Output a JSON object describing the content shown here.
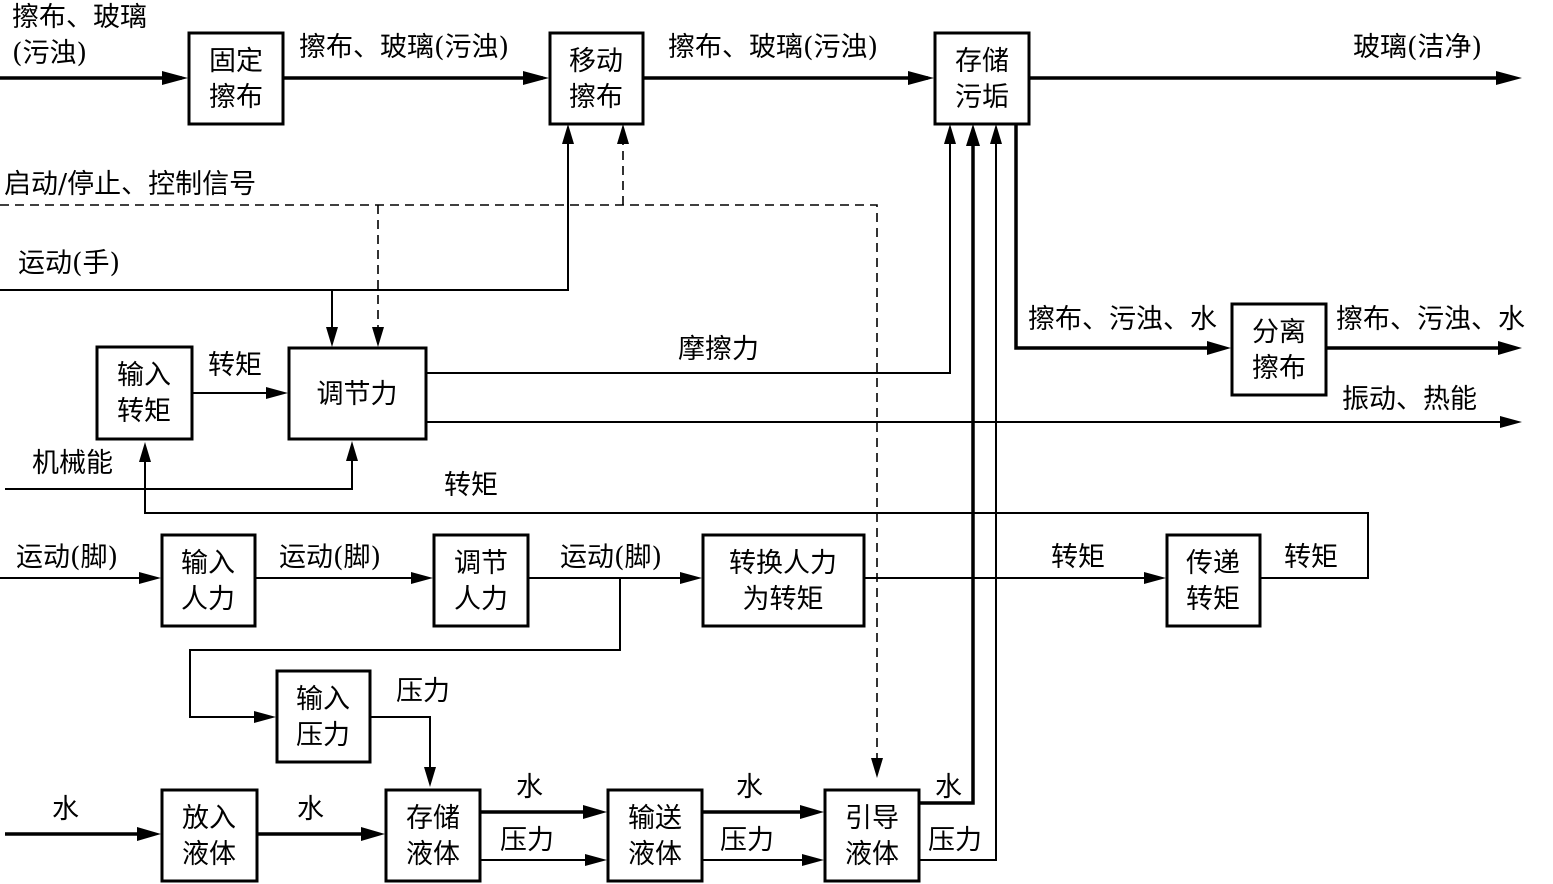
{
  "blocks": {
    "fix_cloth": [
      "固定",
      "擦布"
    ],
    "move_cloth": [
      "移动",
      "擦布"
    ],
    "store_dirt": [
      "存储",
      "污垢"
    ],
    "separate_cloth": [
      "分离",
      "擦布"
    ],
    "input_torque": [
      "输入",
      "转矩"
    ],
    "adjust_force": [
      "调节力"
    ],
    "input_human": [
      "输入",
      "人力"
    ],
    "adjust_human": [
      "调节",
      "人力"
    ],
    "convert_torque": [
      "转换人力",
      "为转矩"
    ],
    "transmit_torque": [
      "传递",
      "转矩"
    ],
    "input_pressure": [
      "输入",
      "压力"
    ],
    "put_liquid": [
      "放入",
      "液体"
    ],
    "store_liquid": [
      "存储",
      "液体"
    ],
    "convey_liquid": [
      "输送",
      "液体"
    ],
    "guide_liquid": [
      "引导",
      "液体"
    ]
  },
  "flows": {
    "in_cloth_glass_l1": "擦布、玻璃",
    "in_cloth_glass_l2": "(污浊)",
    "cloth_glass_dirty_1": "擦布、玻璃(污浊)",
    "cloth_glass_dirty_2": "擦布、玻璃(污浊)",
    "glass_clean": "玻璃(洁净)",
    "control_signal": "启动/停止、控制信号",
    "motion_hand": "运动(手)",
    "torque_1": "转矩",
    "friction": "摩擦力",
    "cloth_dirt_water_in": "擦布、污浊、水",
    "cloth_dirt_water_out": "擦布、污浊、水",
    "vibration_heat": "振动、热能",
    "mech_energy": "机械能",
    "torque_return": "转矩",
    "motion_foot_1": "运动(脚)",
    "motion_foot_2": "运动(脚)",
    "motion_foot_3": "运动(脚)",
    "torque_2": "转矩",
    "torque_3": "转矩",
    "pressure_1": "压力",
    "water_in": "水",
    "water_2": "水",
    "water_3": "水",
    "water_4": "水",
    "water_5": "水",
    "pressure_2": "压力",
    "pressure_3": "压力",
    "pressure_4": "压力"
  }
}
